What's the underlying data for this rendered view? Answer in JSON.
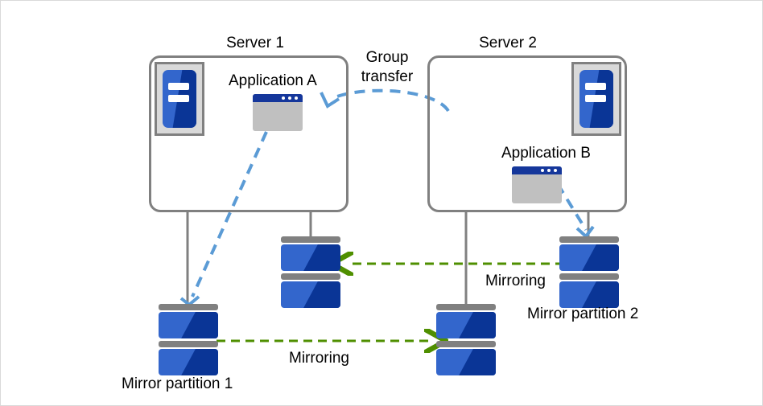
{
  "diagram": {
    "title_server1": "Server 1",
    "title_server2": "Server 2",
    "group_transfer_line1": "Group",
    "group_transfer_line2": "transfer",
    "application_a": "Application  A",
    "application_b": "Application  B",
    "mirroring_top": "Mirroring",
    "mirroring_bottom": "Mirroring",
    "mirror_partition_1": "Mirror partition 1",
    "mirror_partition_2": "Mirror partition 2"
  },
  "colors": {
    "blue_light": "#3366cc",
    "blue_dark": "#0a3596",
    "gray_outline": "#808080",
    "gray_fill": "#c0c0c0",
    "arrow_blue": "#5b9bd5",
    "arrow_green": "#4f8f00",
    "app_titlebar": "#15379b",
    "canvas_border": "#d9d9d9",
    "text": "#000000"
  },
  "icons": {
    "rack_server": "server-rack-icon",
    "app_window": "application-window-icon",
    "disk_partition": "disk-partition-icon",
    "arrow_group_transfer": "curved-dashed-arrow-icon",
    "arrow_app_to_disk": "dashed-arrow-icon",
    "arrow_mirroring": "green-dashed-arrow-icon"
  }
}
